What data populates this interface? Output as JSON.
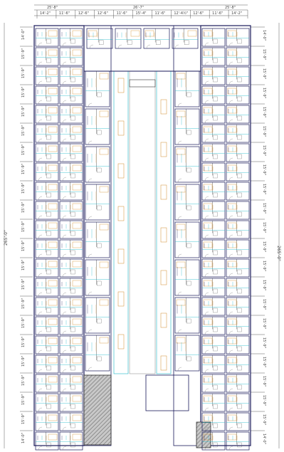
{
  "top_dimensions": {
    "upper_left": "25'-8\"",
    "upper_center": "26'-7\"",
    "upper_right": "25'-8\"",
    "segments": [
      "14'-2\"",
      "11'-6\"",
      "12'-6\"",
      "12'-6\"",
      "11'-6\"",
      "15'-4\"",
      "11'-6\"",
      "12'-4½\"",
      "12'-6\"",
      "11'-6\"",
      "14'-2\""
    ]
  },
  "side_dimensions": {
    "left_overall": "265'-0\"",
    "right_overall": "265'-0\"",
    "bay_label": "15'-9\"",
    "end_label": "14'-0\""
  },
  "legend_colors": {
    "wall": "#1a1a5a",
    "cyan": "#18b6c8",
    "orange": "#d08a2a",
    "stair_fill": "#8a8a8a",
    "gray_pattern": "#b0b0b0"
  },
  "icons": [
    "stair-hatch",
    "door-swing",
    "room-grid"
  ]
}
